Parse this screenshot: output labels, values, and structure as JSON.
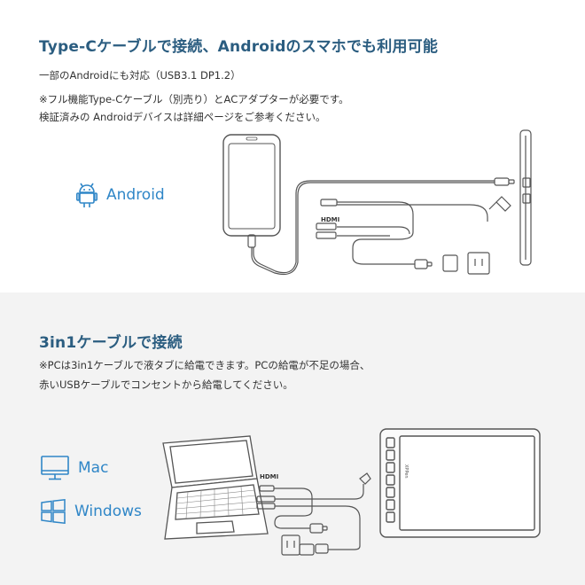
{
  "section1": {
    "title": "Type-Cケーブルで接続、Androidのスマホでも利用可能",
    "line1": "一部のAndroidにも対応（USB3.1 DP1.2）",
    "line2": "※フル機能Type-Cケーブル（別売り）とACアダプターが必要です。",
    "line3": "検証済みの Androidデバイスは詳細ページをご参考ください。",
    "os_label": "Android",
    "hdmi_label": "HDMI"
  },
  "section2": {
    "title": "3in1ケーブルで接続",
    "line1": "※PCは3in1ケーブルで液タブに給電できます。PCの給電が不足の場合、",
    "line2": "赤いUSBケーブルでコンセントから給電してください。",
    "os1_label": "Mac",
    "os2_label": "Windows",
    "hdmi_label": "HDMI",
    "brand_label": "XPPen"
  },
  "colors": {
    "title": "#2b5d80",
    "accent": "#2f86c7",
    "line_art": "#555555",
    "bottom_bg": "#f3f3f3"
  },
  "icons": [
    "android-icon",
    "monitor-icon",
    "windows-icon"
  ]
}
